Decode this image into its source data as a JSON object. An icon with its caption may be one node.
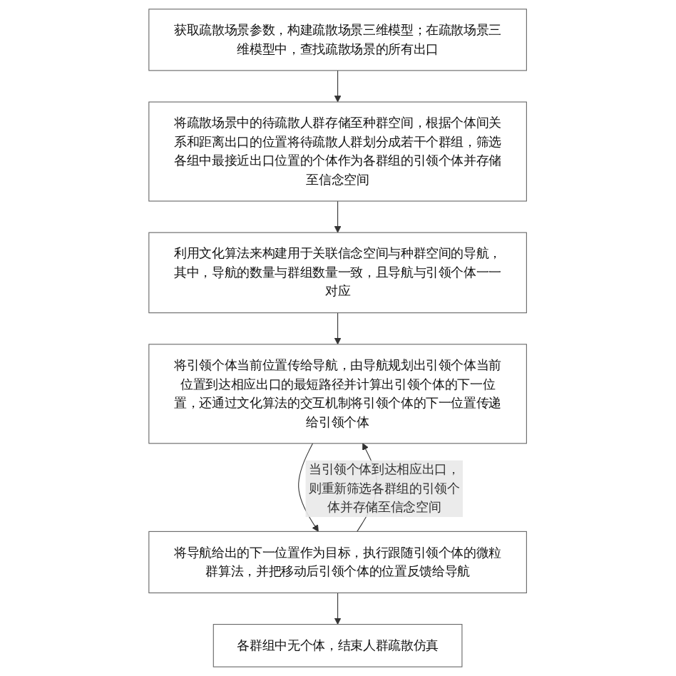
{
  "diagram": {
    "nodes": [
      {
        "text": [
          "获取疏散场景参数，构建疏散场景三维模型；在疏散场景三维模型中，查找疏散场景的所有出口"
        ]
      },
      {
        "text": [
          "将疏散场景中的待疏散人群存储至种群空间，根据个体间关系和距离出口的位置将待疏散人群划分成若干个群组，筛选各组中最接近出口位置的个体作为各群组的引领个体并存储至信念空间"
        ]
      },
      {
        "text": [
          "利用文化算法来构建用于关联信念空间与种群空间的导航，其中，导航的数量与群组数量一致，且导航与引领个体一一对应"
        ]
      },
      {
        "text": [
          "将引领个体当前位置传给导航，由导航规划出引领个体当前位置到达相应出口的最短路径并计算出引领个体的下一位置，还通过文化算法的交互机制将引领个体的下一位置传递给引领个体"
        ]
      },
      {
        "text": [
          "将导航给出的下一位置作为目标，执行跟随引领个体的微粒群算法，并把移动后引领个体的位置反馈给导航"
        ]
      },
      {
        "text": [
          "各群组中无个体，结束人群疏散仿真"
        ]
      }
    ],
    "edges": [
      {
        "from": 0,
        "to": 1,
        "arrow": "to"
      },
      {
        "from": 1,
        "to": 2,
        "arrow": "to"
      },
      {
        "from": 2,
        "to": 3,
        "arrow": "to"
      },
      {
        "from": 3,
        "to": 4,
        "arrow": "to"
      },
      {
        "from": 4,
        "to": 5,
        "arrow": "to"
      },
      {
        "from": 4,
        "to": 3,
        "arrow": "to",
        "label": "当引领个体到达相应出口，则重新筛选各群组的引领个体并存储至信念空间"
      }
    ]
  }
}
